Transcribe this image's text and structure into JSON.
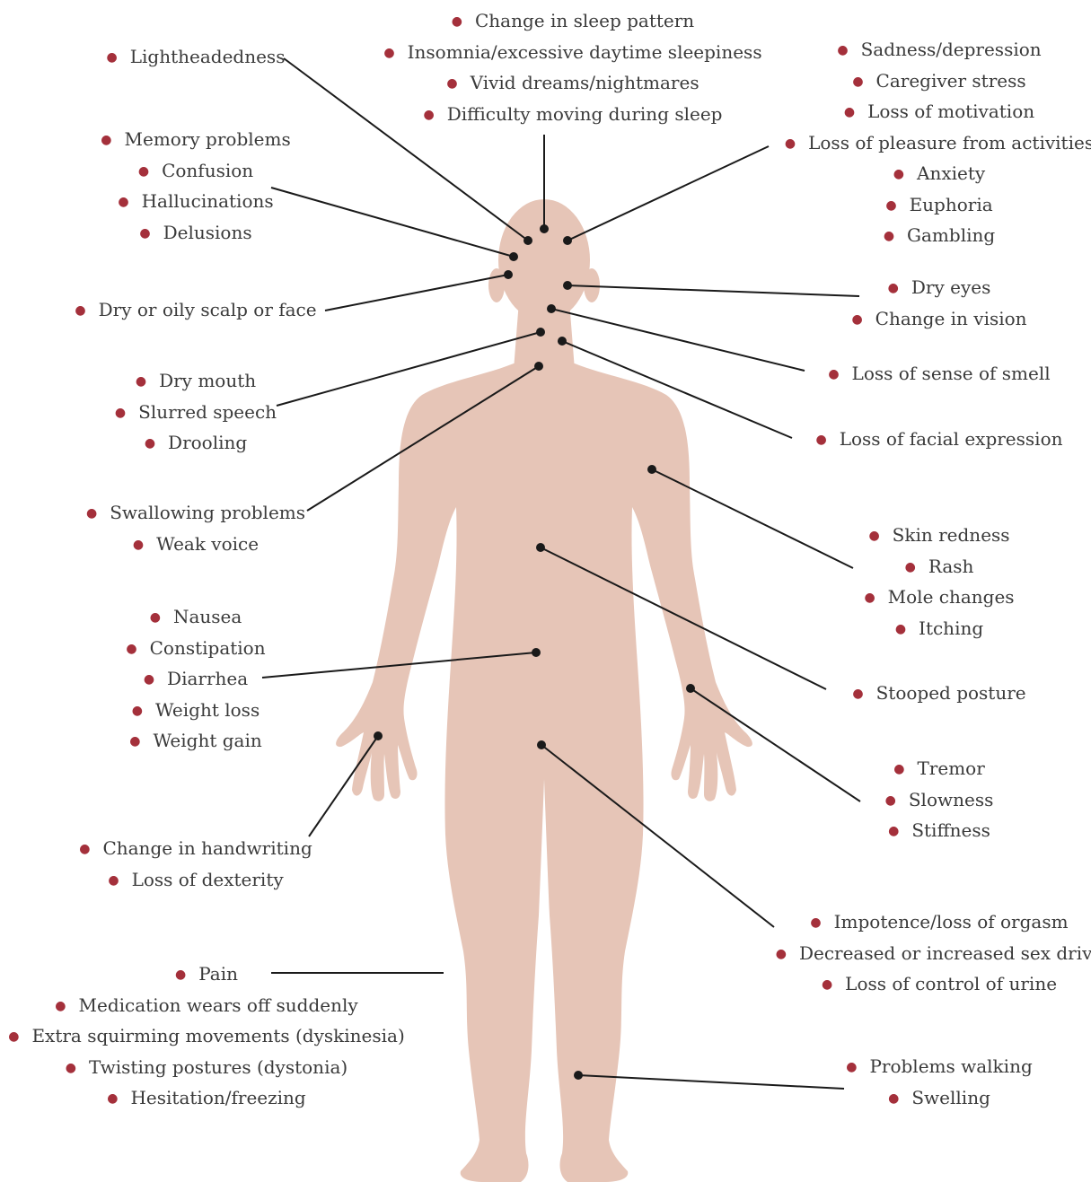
{
  "colors": {
    "body": "#e6c5b7",
    "bullet": "#a4303b",
    "text": "#3a3a3a",
    "line": "#1a1a1a"
  },
  "groups": {
    "sleep": [
      "Change in sleep pattern",
      "Insomnia/excessive daytime sleepiness",
      "Vivid dreams/nightmares",
      "Difficulty moving during sleep"
    ],
    "lightheadedness": [
      "Lightheadedness"
    ],
    "cognition": [
      "Memory problems",
      "Confusion",
      "Hallucinations",
      "Delusions"
    ],
    "mood": [
      "Sadness/depression",
      "Caregiver stress",
      "Loss of motivation",
      "Loss of pleasure from activities",
      "Anxiety",
      "Euphoria",
      "Gambling"
    ],
    "scalp": [
      "Dry or oily scalp or face"
    ],
    "eyes": [
      "Dry eyes",
      "Change in vision"
    ],
    "smell": [
      "Loss of sense of smell"
    ],
    "mouth": [
      "Dry mouth",
      "Slurred speech",
      "Drooling"
    ],
    "facial": [
      "Loss of facial expression"
    ],
    "swallowing": [
      "Swallowing problems",
      "Weak voice"
    ],
    "skin": [
      "Skin redness",
      "Rash",
      "Mole changes",
      "Itching"
    ],
    "digestion": [
      "Nausea",
      "Constipation",
      "Diarrhea",
      "Weight loss",
      "Weight gain"
    ],
    "posture": [
      "Stooped posture"
    ],
    "motor": [
      "Tremor",
      "Slowness",
      "Stiffness"
    ],
    "handwriting": [
      "Change in handwriting",
      "Loss of dexterity"
    ],
    "sexual": [
      "Impotence/loss of orgasm",
      "Decreased or increased sex drive",
      "Loss of control of urine"
    ],
    "pain": [
      "Pain",
      "Medication wears off suddenly",
      "Extra squirming movements (dyskinesia)",
      "Twisting postures (dystonia)",
      "Hesitation/freezing"
    ],
    "walking": [
      "Problems walking",
      "Swelling"
    ]
  }
}
